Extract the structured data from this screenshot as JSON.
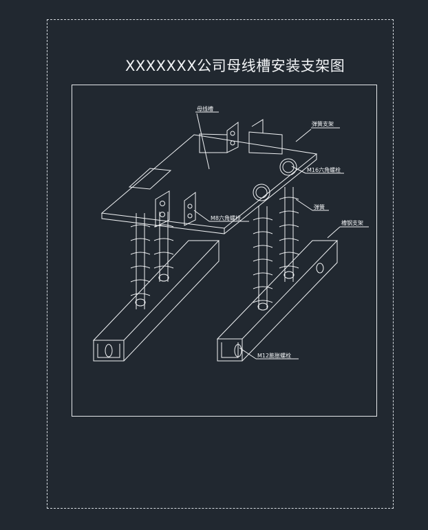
{
  "title": "XXXXXXX公司母线槽安装支架图",
  "labels": {
    "busway": "母线槽",
    "spring_bracket": "弹簧支架",
    "m16_bolt": "M16六角螺栓",
    "m8_bolt": "M8六角螺栓",
    "spring": "弹簧",
    "channel_bracket": "槽钢支架",
    "m12_anchor": "M12膨胀螺栓"
  }
}
